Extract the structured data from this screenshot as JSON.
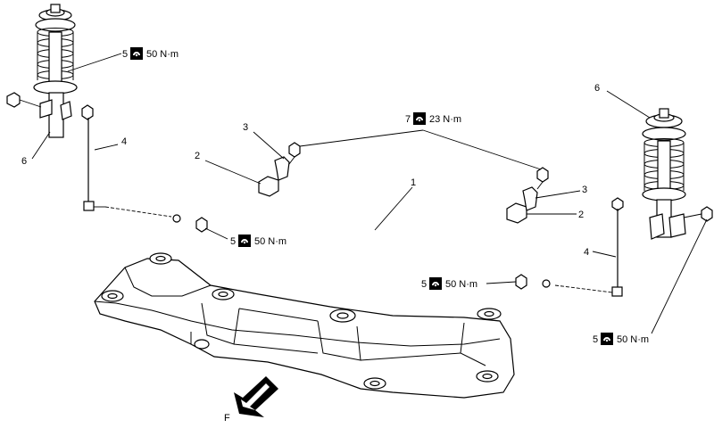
{
  "callouts": {
    "c1": "1",
    "c2_left": "2",
    "c2_right": "2",
    "c3_left": "3",
    "c3_right": "3",
    "c4_left": "4",
    "c4_right": "4",
    "c6_left": "6",
    "c6_right": "6"
  },
  "torques": {
    "t_left_strut": {
      "num": "5",
      "value": "50 N·m"
    },
    "t_top_bolt": {
      "num": "7",
      "value": "23 N·m"
    },
    "t_left_link": {
      "num": "5",
      "value": "50 N·m"
    },
    "t_right_link": {
      "num": "5",
      "value": "50 N·m"
    },
    "t_right_strut": {
      "num": "5",
      "value": "50 N·m"
    }
  },
  "front_arrow_label": "F",
  "icons": {
    "torque": "torque-wrench-icon",
    "front": "front-arrow-icon"
  }
}
